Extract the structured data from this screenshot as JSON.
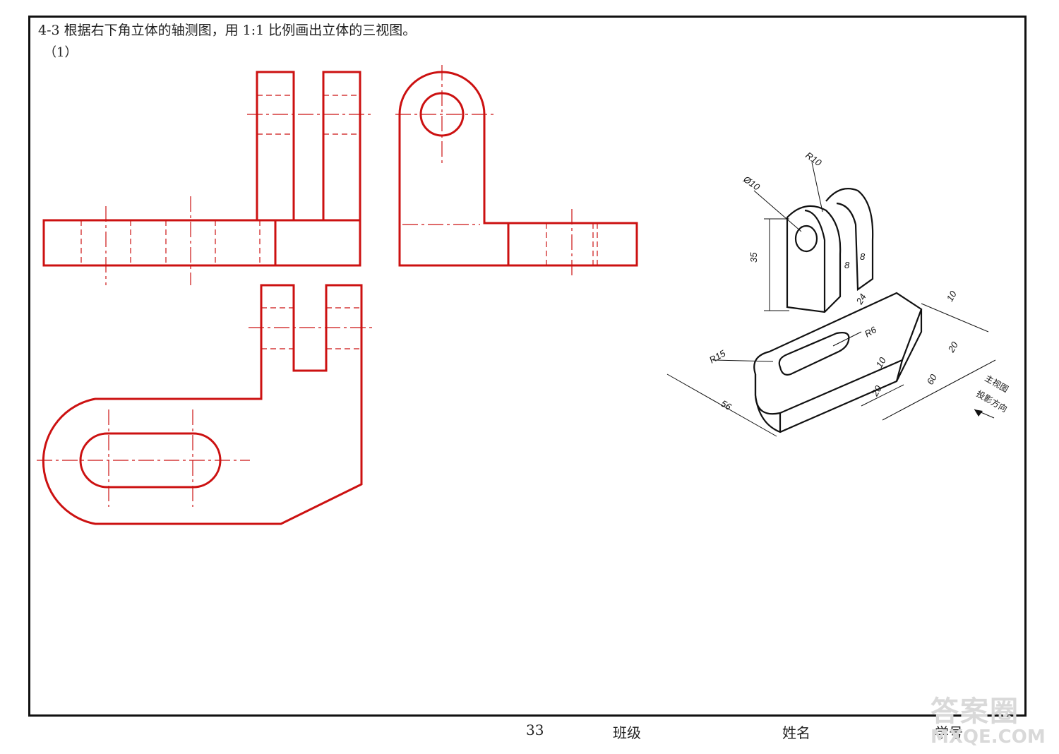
{
  "header": {
    "title": "4-3 根据右下角立体的轴测图，用 1:1 比例画出立体的三视图。",
    "sub_index": "（1）"
  },
  "isometric": {
    "dims": {
      "phi10": "Ø10",
      "r10": "R10",
      "h35": "35",
      "d8a": "8",
      "d8b": "8",
      "d24": "24",
      "d10_top": "10",
      "r6": "R6",
      "r15": "R15",
      "d10_slot": "10",
      "d20_slot": "20",
      "d20_side": "20",
      "d60": "60",
      "d56": "56"
    },
    "direction_label_1": "主视图",
    "direction_label_2": "投影方向"
  },
  "footer": {
    "page_number": "33",
    "class_label": "班级",
    "name_label": "姓名",
    "id_label": "学号"
  },
  "watermark": {
    "line1": "答案圈",
    "line2": "MXQE.COM"
  },
  "colors": {
    "outline": "#cc1111",
    "centerline": "#cc1111",
    "frame": "#111111",
    "watermark": "#d9d9d9"
  }
}
